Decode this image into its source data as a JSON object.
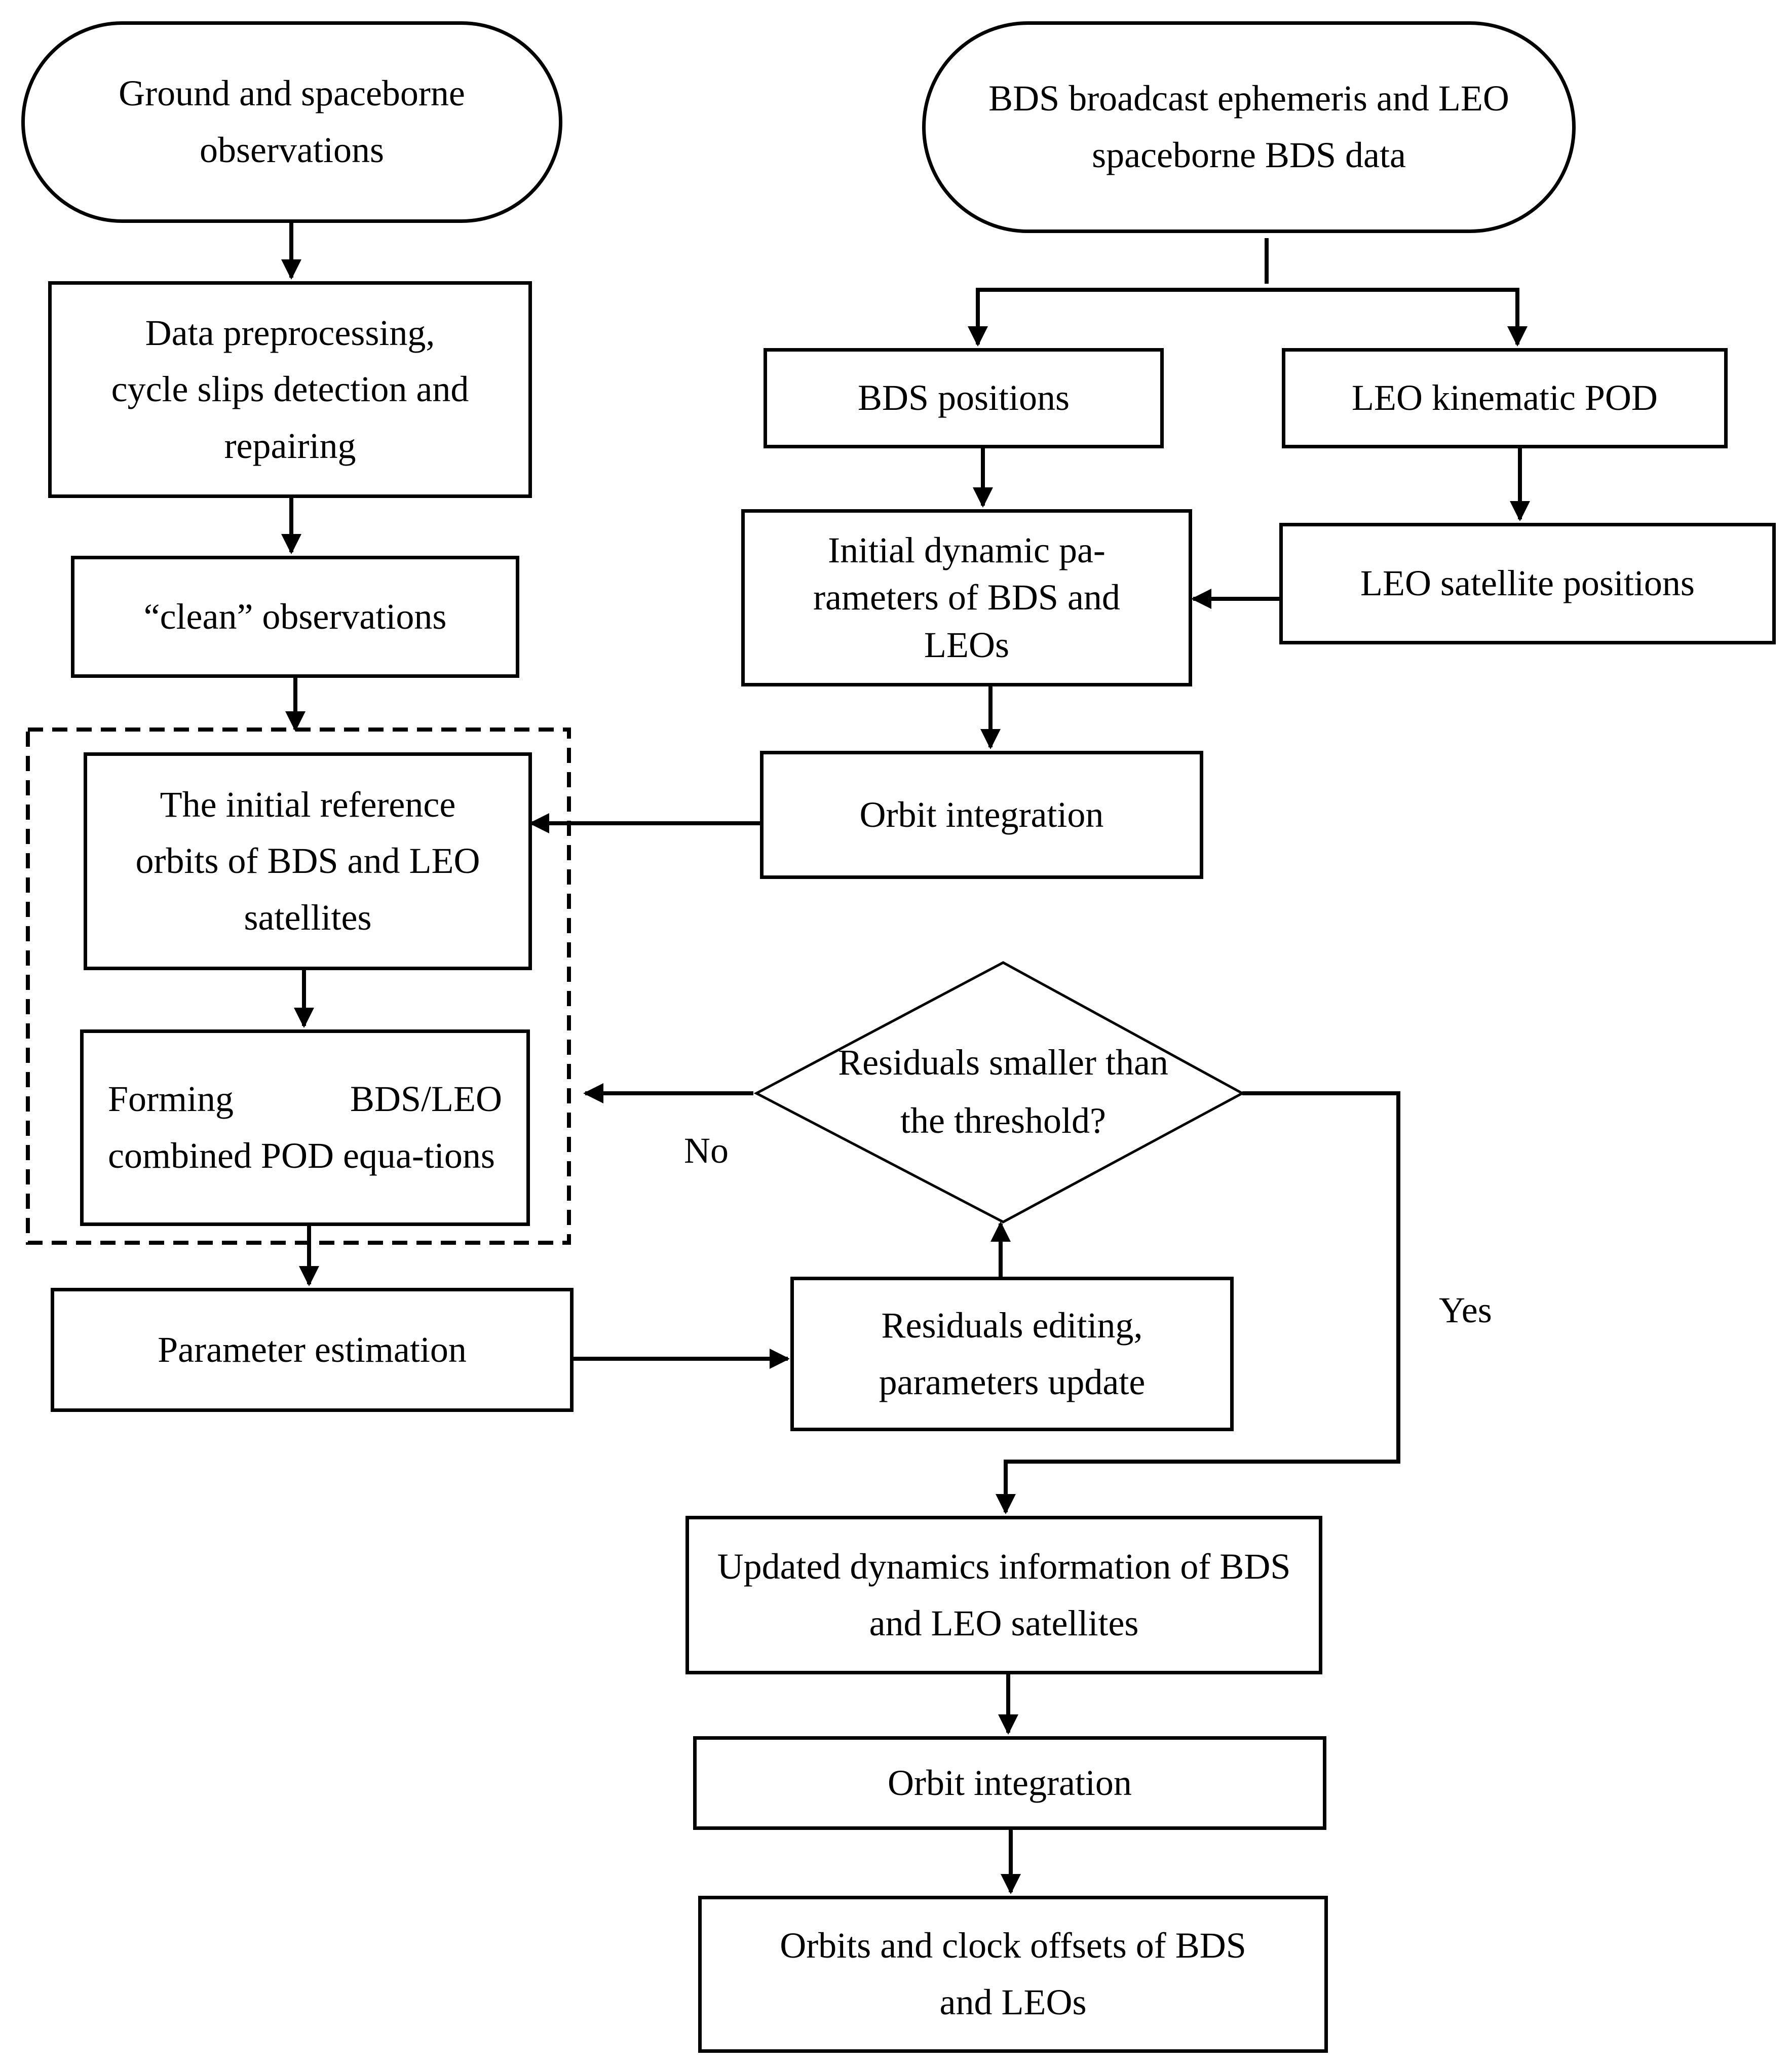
{
  "nodes": {
    "ground_obs": "Ground and spaceborne observations",
    "bds_ephemeris": "BDS broadcast ephemeris and LEO spaceborne BDS data",
    "preprocessing": "Data preprocessing, cycle slips detection and repairing",
    "clean_obs": "“clean” observations",
    "bds_positions": "BDS positions",
    "leo_kinematic": "LEO kinematic POD",
    "initial_dynamic": "Initial dynamic pa-rameters of BDS and LEOs",
    "leo_positions": "LEO satellite positions",
    "orbit_integration_1": "Orbit integration",
    "initial_reference": "The initial reference orbits of BDS and LEO satellites",
    "forming_equations": "Forming BDS/LEO combined POD equa-tions",
    "decision": "Residuals smaller than the threshold?",
    "parameter_estimation": "Parameter estimation",
    "residuals_editing": "Residuals editing, parameters update",
    "updated_dynamics": "Updated dynamics information of BDS and LEO satellites",
    "orbit_integration_2": "Orbit integration",
    "orbits_clock": "Orbits and clock offsets of BDS and LEOs"
  },
  "labels": {
    "no": "No",
    "yes": "Yes"
  },
  "colors": {
    "stroke": "#000000",
    "background": "#ffffff"
  }
}
